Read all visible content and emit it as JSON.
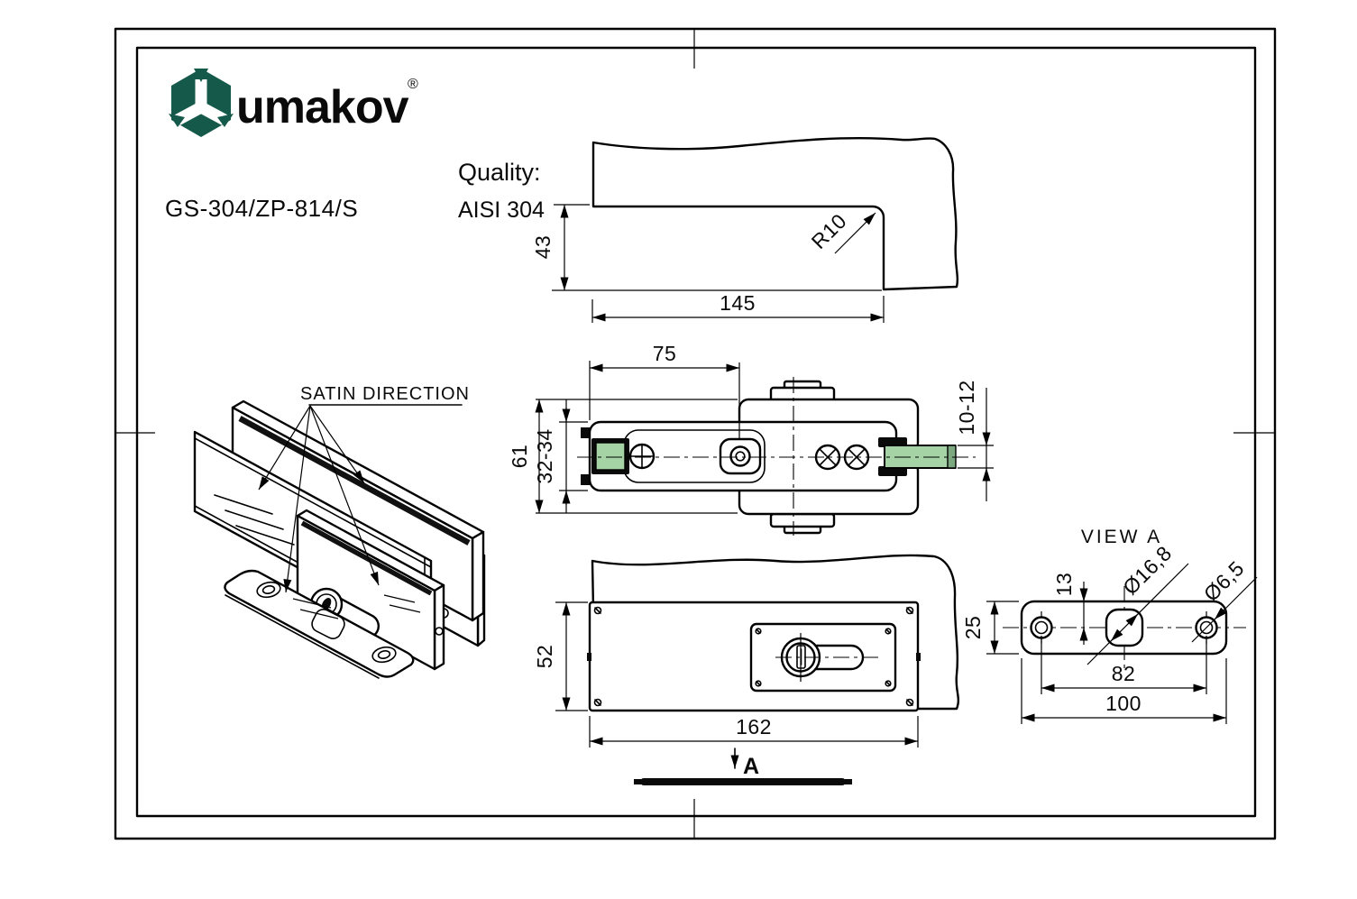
{
  "colors": {
    "line": "#000000",
    "glass_green": "#a5d3a6",
    "glass_green_dark": "#7ca97f",
    "logo_green": "#14594a"
  },
  "header": {
    "brand": "umakov",
    "registered": "®",
    "product_code": "GS-304/ZP-814/S",
    "quality_label": "Quality:",
    "quality_value": "AISI 304"
  },
  "glass_corner_view": {
    "height": "43",
    "width": "145",
    "corner_radius": "R10"
  },
  "top_view": {
    "screw_offset": "75",
    "total_height": "61",
    "body_height": "32-34",
    "glass_thickness": "10-12"
  },
  "front_view": {
    "height": "52",
    "width": "162",
    "section_label": "A"
  },
  "view_a": {
    "title": "VIEW A",
    "edge_to_center": "13",
    "height": "25",
    "center_hole_dia": "Ø16,8",
    "screw_hole_dia": "Ø6,5",
    "hole_spacing": "82",
    "width": "100"
  },
  "isometric_view": {
    "annotation": "SATIN DIRECTION"
  }
}
